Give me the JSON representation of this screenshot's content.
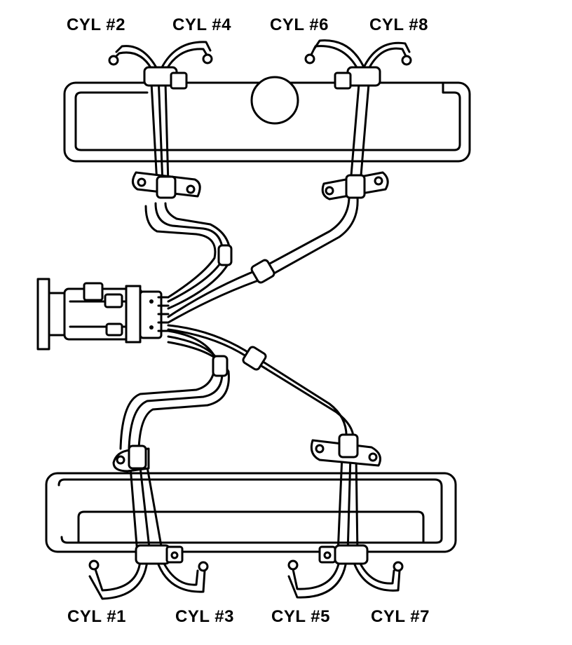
{
  "labels": {
    "cyl2": "CYL #2",
    "cyl4": "CYL #4",
    "cyl6": "CYL #6",
    "cyl8": "CYL #8",
    "cyl1": "CYL #1",
    "cyl3": "CYL #3",
    "cyl5": "CYL #5",
    "cyl7": "CYL #7"
  }
}
